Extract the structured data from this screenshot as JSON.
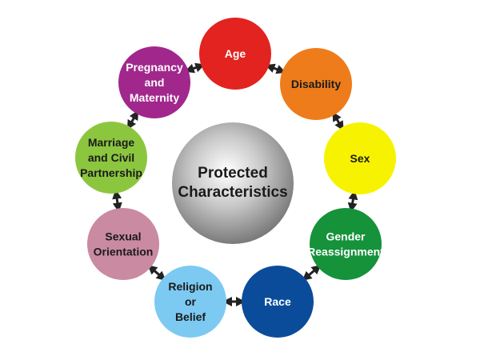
{
  "center": {
    "lines": [
      "Protected",
      "Characteristics"
    ]
  },
  "characteristics": [
    {
      "lines": [
        "Age"
      ],
      "color": "#e2231f",
      "text_color": "#ffffff"
    },
    {
      "lines": [
        "Disability"
      ],
      "color": "#ee7c1b",
      "text_color": "#1a1a1a"
    },
    {
      "lines": [
        "Sex"
      ],
      "color": "#f7f300",
      "text_color": "#1a1a1a"
    },
    {
      "lines": [
        "Gender",
        "Reassignment"
      ],
      "color": "#15923a",
      "text_color": "#ffffff"
    },
    {
      "lines": [
        "Race"
      ],
      "color": "#0b4c9a",
      "text_color": "#ffffff"
    },
    {
      "lines": [
        "Religion",
        "or",
        "Belief"
      ],
      "color": "#7ccaf2",
      "text_color": "#1a1a1a"
    },
    {
      "lines": [
        "Sexual",
        "Orientation"
      ],
      "color": "#c98aa2",
      "text_color": "#1a1a1a"
    },
    {
      "lines": [
        "Marriage",
        "and Civil",
        "Partnership"
      ],
      "color": "#8cc63f",
      "text_color": "#1a1a1a"
    },
    {
      "lines": [
        "Pregnancy",
        "and",
        "Maternity"
      ],
      "color": "#a1278c",
      "text_color": "#ffffff"
    }
  ]
}
